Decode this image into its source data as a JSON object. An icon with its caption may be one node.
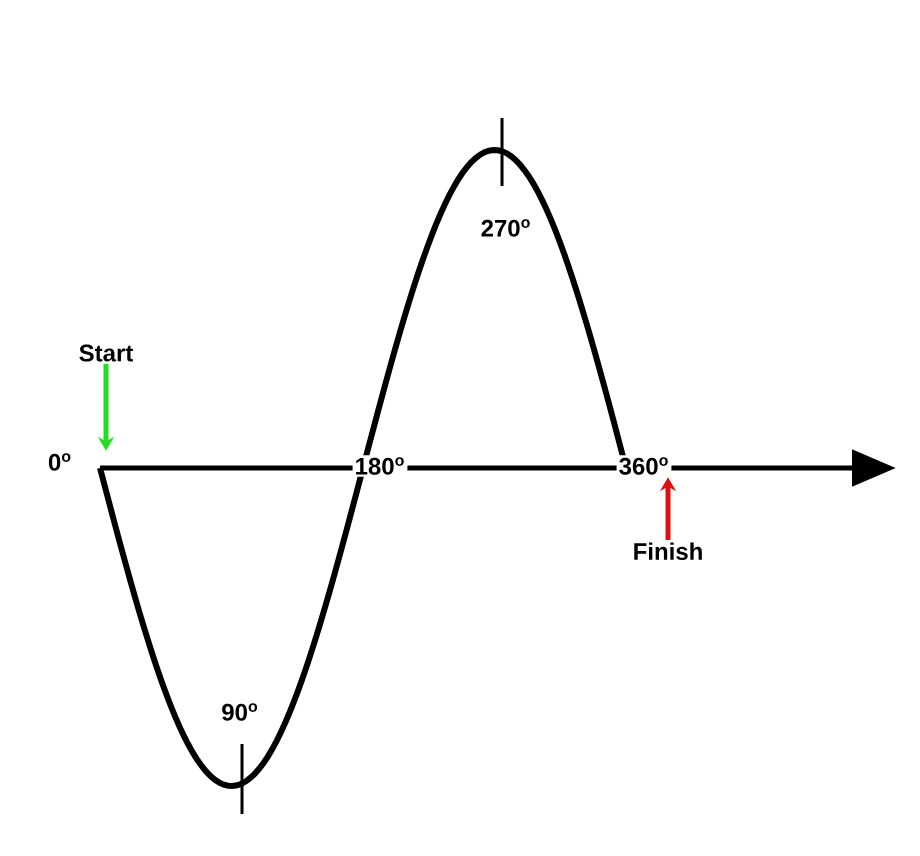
{
  "diagram": {
    "nodes": [
      {
        "text": [
          "270$^{o}$"
        ]
      },
      {
        "text": [
          "Start"
        ]
      },
      {
        "text": [
          "0$^{o}$"
        ]
      },
      {
        "text": [
          "180$^{o}$"
        ]
      },
      {
        "text": [
          "360$^{o}$"
        ]
      },
      {
        "text": [
          "Finish"
        ]
      },
      {
        "text": [
          "90$^{o}$"
        ]
      }
    ],
    "edges": [
      {
        "from": 1,
        "to": 2,
        "arrow": "to",
        "color": "#22dd22"
      },
      {
        "from": 5,
        "to": 4,
        "arrow": "to",
        "color": "#dd1111"
      }
    ]
  }
}
